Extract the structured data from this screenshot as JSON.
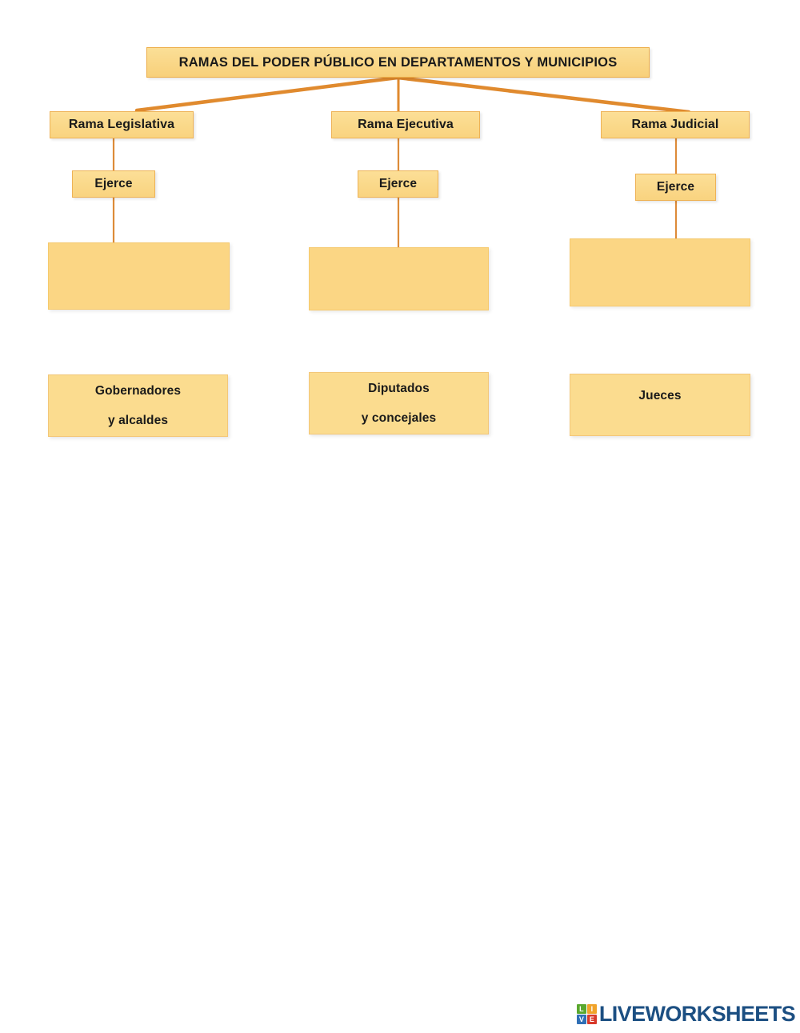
{
  "worksheet": {
    "title": "RAMAS DEL PODER PÚBLICO EN DEPARTAMENTOS Y MUNICIPIOS",
    "language": "es",
    "background_color": "#ffffff"
  },
  "theme": {
    "box_fill": "#fbdc8f",
    "box_fill_dropzone": "#fbd684",
    "box_border": "#f0b659",
    "connector_color": "#e08a2e",
    "text_color": "#1a1a1a"
  },
  "diagram": {
    "root": {
      "label": "RAMAS DEL PODER PÚBLICO EN DEPARTAMENTOS Y MUNICIPIOS"
    },
    "branches": [
      {
        "id": "legislativa",
        "label": "Rama Legislativa",
        "connector_label": "Ejerce",
        "dropzone_value": ""
      },
      {
        "id": "ejecutiva",
        "label": "Rama Ejecutiva",
        "connector_label": "Ejerce",
        "dropzone_value": ""
      },
      {
        "id": "judicial",
        "label": "Rama Judicial",
        "connector_label": "Ejerce",
        "dropzone_value": ""
      }
    ],
    "answer_bank": [
      {
        "id": "answer-gobernadores",
        "line1": "Gobernadores",
        "line2": "y alcaldes"
      },
      {
        "id": "answer-diputados",
        "line1": "Diputados",
        "line2": "y concejales"
      },
      {
        "id": "answer-jueces",
        "line1": "Jueces",
        "line2": ""
      }
    ]
  },
  "footer": {
    "logo": {
      "mark_letters": [
        "L",
        "I",
        "V",
        "E"
      ],
      "wordmark": "LIVEWORKSHEETS",
      "mark_colors": [
        "#5aa82e",
        "#f0a32a",
        "#2f6fb5",
        "#d8392b"
      ],
      "wordmark_color": "#1c4f82"
    }
  }
}
